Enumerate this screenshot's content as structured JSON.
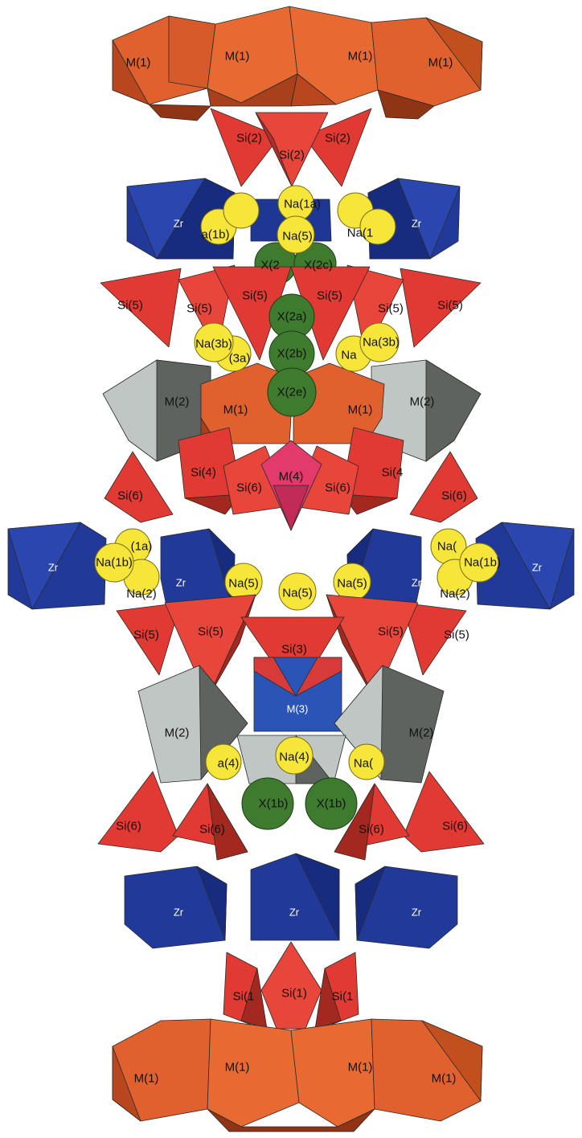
{
  "colors": {
    "m1": "#e0602e",
    "m1_dark": "#a8401c",
    "si": "#e03a33",
    "si_dark": "#a3281f",
    "zr": "#213a9a",
    "zr_dark": "#15266a",
    "na": "#f6e63a",
    "x": "#3f7b2f",
    "m2_light": "#bfc6c4",
    "m2_dark": "#5e6360",
    "m3": "#2a55b6",
    "m4": "#e23a6a"
  },
  "labels": {
    "m1": "M(1)",
    "m2": "M(2)",
    "m3": "M(3)",
    "m4": "M(4)",
    "zr": "Zr",
    "si1": "Si(1)",
    "si1_partial": "Si(1",
    "si2": "Si(2)",
    "si3": "Si(3)",
    "si4": "Si(4)",
    "si4_partial": "Si(4",
    "si5": "Si(5)",
    "si6": "Si(6)",
    "na1a": "Na(1a)",
    "na1a_partial": "(1a)",
    "na1b": "Na(1b)",
    "na1b_partial_l": "a(1b)",
    "na1b_partial_r": "Na(1",
    "na2": "Na(2)",
    "na3a_partial": "(3a)",
    "na3b": "Na(3b)",
    "na3_partial": "Na",
    "na4": "Na(4)",
    "na4_partial_l": "a(4)",
    "na4_partial_r": "Na(",
    "na5": "Na(5)",
    "na_partial": "Na(",
    "x1b": "X(1b)",
    "x2_partial": "X(2",
    "x2a": "X(2a)",
    "x2b": "X(2b)",
    "x2c": "X(2c)",
    "x2e": "X(2e)"
  }
}
